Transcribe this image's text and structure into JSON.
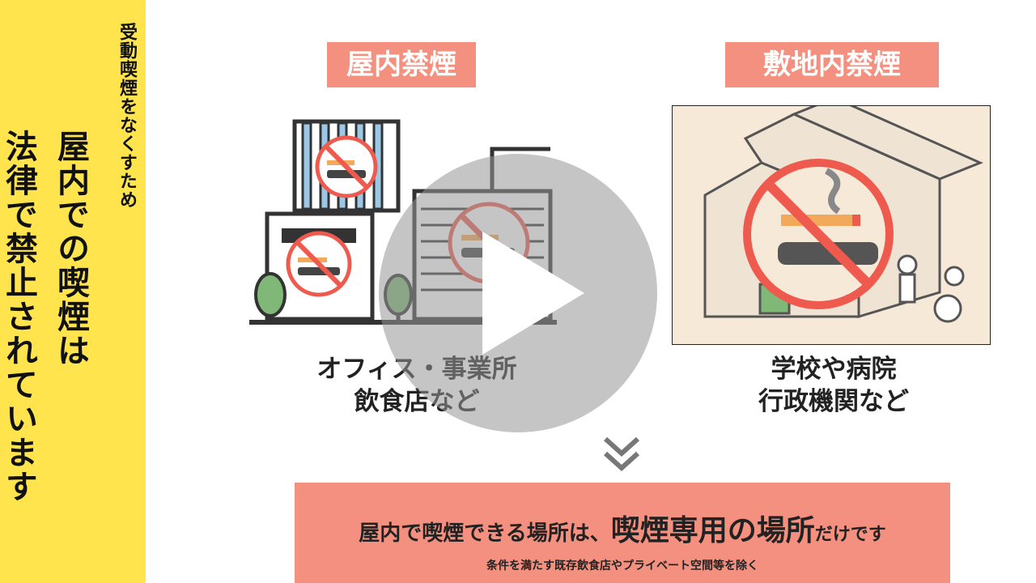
{
  "sidebar": {
    "subtitle": "受動喫煙をなくすため",
    "headline_line1": "屋内での喫煙は",
    "headline_line2": "法律で禁止されています"
  },
  "left_panel": {
    "tag": "屋内禁煙",
    "caption_line1": "オフィス・事業所",
    "caption_line2": "飲食店など"
  },
  "right_panel": {
    "tag": "敷地内禁煙",
    "caption_line1": "学校や病院",
    "caption_line2": "行政機関など"
  },
  "banner": {
    "text_a": "屋内で喫煙できる場所は、",
    "text_b": "喫煙専用の場所",
    "text_c": "だけです",
    "note": "条件を満たす既存飲食店やプライベート空間等を除く"
  },
  "icons": {
    "no_smoking": "no-smoking-icon",
    "play": "play-icon",
    "chevron": "double-chevron-down-icon"
  },
  "colors": {
    "yellow": "#ffe44d",
    "salmon": "#f4907f",
    "prohibit_red": "#ee5b4e",
    "sky_blue": "#9cc8e8"
  }
}
